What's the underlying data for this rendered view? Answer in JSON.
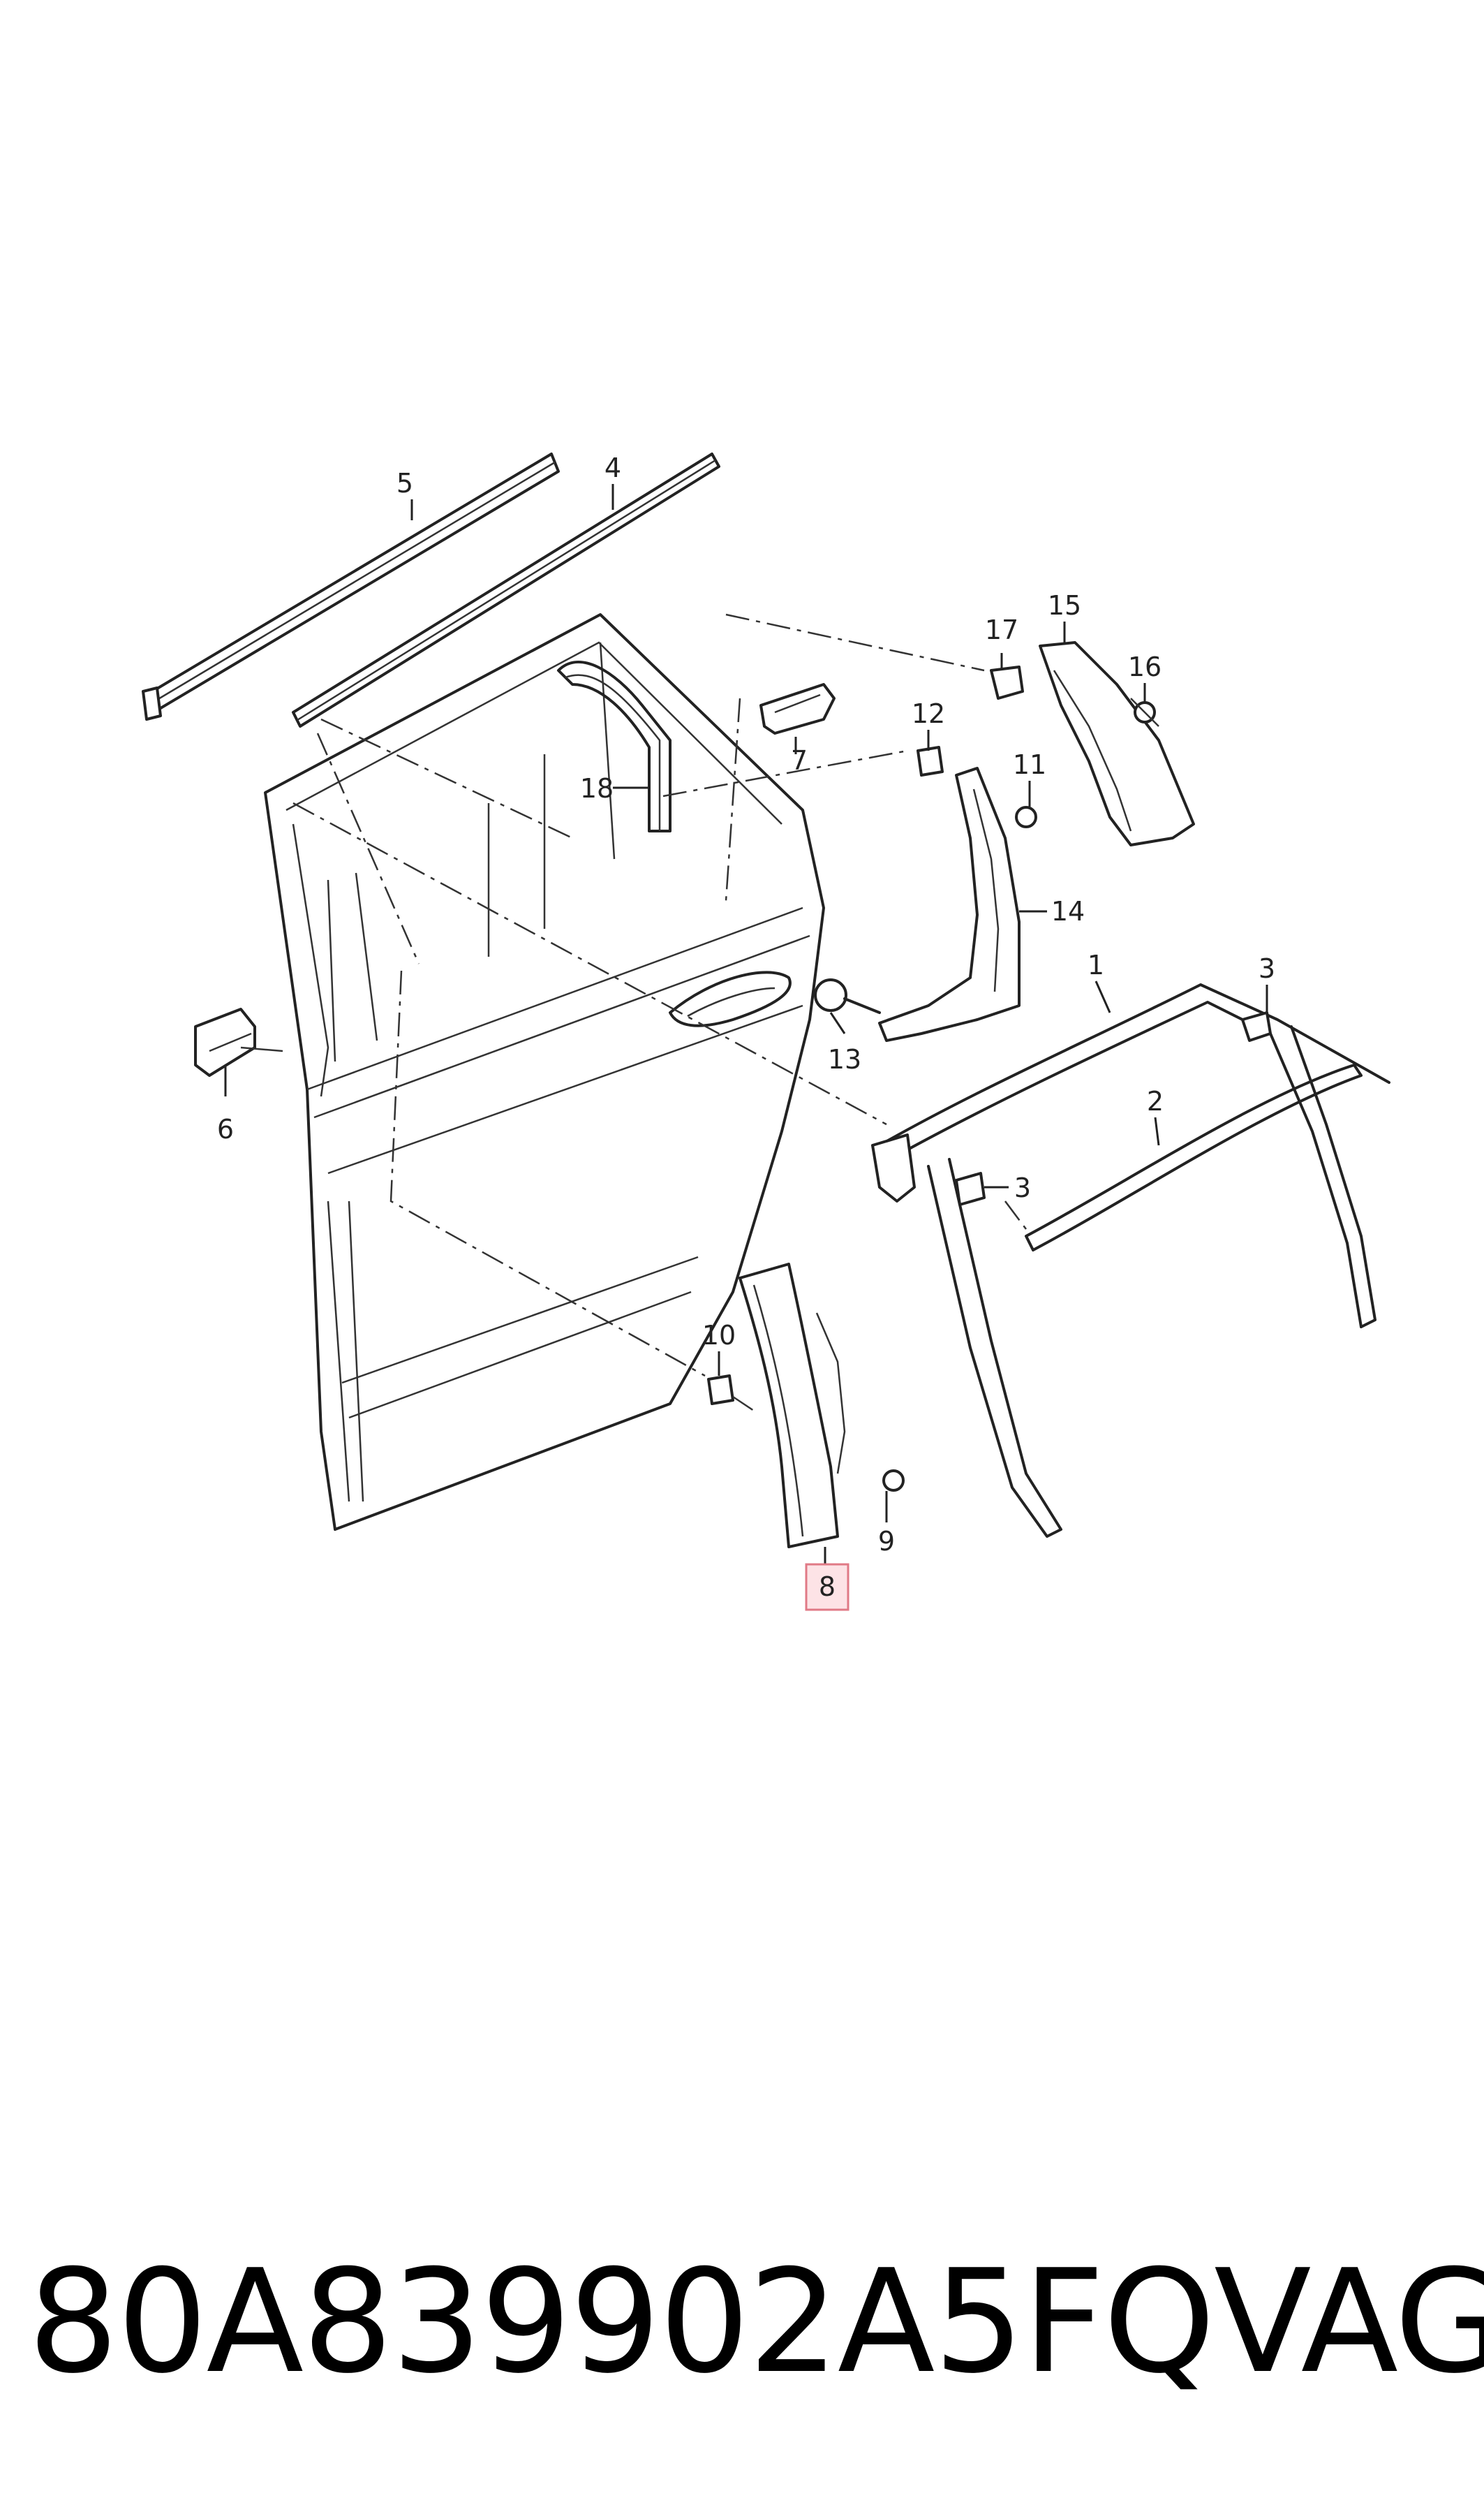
{
  "callouts": [
    {
      "id": "1",
      "label": "1"
    },
    {
      "id": "2",
      "label": "2"
    },
    {
      "id": "3a",
      "label": "3"
    },
    {
      "id": "3b",
      "label": "3"
    },
    {
      "id": "4",
      "label": "4"
    },
    {
      "id": "5",
      "label": "5"
    },
    {
      "id": "6",
      "label": "6"
    },
    {
      "id": "7",
      "label": "7"
    },
    {
      "id": "8",
      "label": "8",
      "highlighted": true
    },
    {
      "id": "9",
      "label": "9"
    },
    {
      "id": "10",
      "label": "10"
    },
    {
      "id": "11",
      "label": "11"
    },
    {
      "id": "12",
      "label": "12"
    },
    {
      "id": "13",
      "label": "13"
    },
    {
      "id": "14",
      "label": "14"
    },
    {
      "id": "15",
      "label": "15"
    },
    {
      "id": "16",
      "label": "16"
    },
    {
      "id": "17",
      "label": "17"
    },
    {
      "id": "18",
      "label": "18"
    }
  ],
  "footer": {
    "part_number": "80A839902A5FQ",
    "brand": "VAG"
  },
  "colors": {
    "highlight_fill": "#fde3e6",
    "highlight_border": "#e07a86",
    "line": "#222222"
  }
}
